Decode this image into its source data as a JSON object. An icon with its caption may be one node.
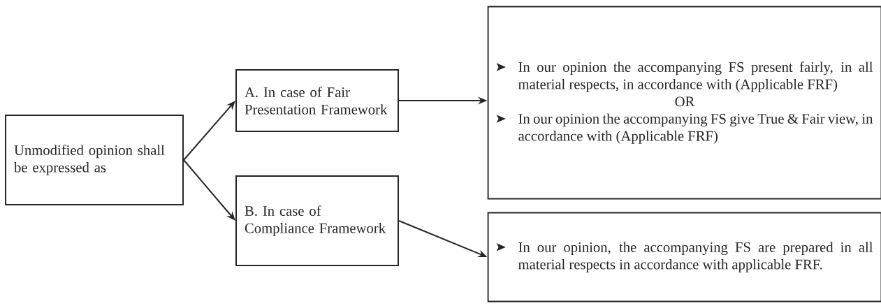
{
  "diagram": {
    "nodes": [
      {
        "text": [
          "Unmodified opinion shall be expressed as"
        ]
      },
      {
        "text": [
          "A. In case of Fair Presentation Framework"
        ]
      },
      {
        "text": [
          "B. In case of Compliance Framework"
        ]
      },
      {
        "text": [
          "In our opinion the accompanying FS present fairly, in all material respects, in accordance with (Applicable FRF)",
          "OR",
          "In our opinion the accompanying FS give True & Fair view, in accordance with (Applicable FRF)"
        ]
      },
      {
        "text": [
          "In our opinion, the accompanying FS are prepared in all material respects in accordance with applicable FRF."
        ]
      }
    ],
    "edges": [
      {
        "from": 0,
        "to": 1,
        "arrow": "to"
      },
      {
        "from": 0,
        "to": 2,
        "arrow": "to"
      },
      {
        "from": 1,
        "to": 3,
        "arrow": "to"
      },
      {
        "from": 2,
        "to": 4,
        "arrow": "to"
      }
    ]
  }
}
